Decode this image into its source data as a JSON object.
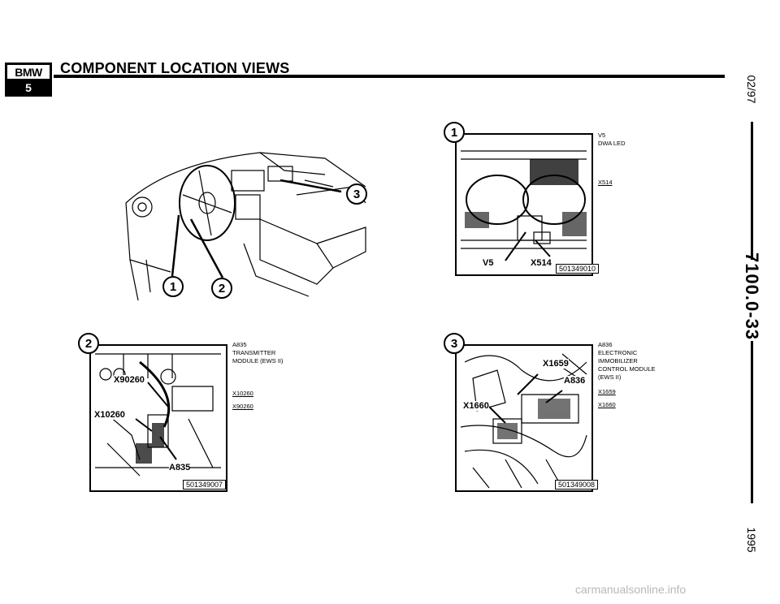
{
  "header": {
    "logo_top": "BMW",
    "logo_bottom": "5",
    "title": "COMPONENT LOCATION VIEWS"
  },
  "side": {
    "date": "02/97",
    "page_number": "7100.0-33",
    "year": "1995"
  },
  "overview": {
    "labels": [
      "1",
      "2",
      "3"
    ]
  },
  "view1": {
    "number": "1",
    "part_number": "501349010",
    "callouts": [
      "V5",
      "X514"
    ],
    "legend": [
      {
        "code": "V5",
        "desc": "DWA LED"
      },
      {
        "code": "X514",
        "desc": ""
      }
    ]
  },
  "view2": {
    "number": "2",
    "part_number": "501349007",
    "callouts": [
      "X90260",
      "X10260",
      "A835"
    ],
    "legend": [
      {
        "code": "A835",
        "desc": "TRANSMITTER MODULE (EWS II)"
      },
      {
        "code": "X10260",
        "desc": ""
      },
      {
        "code": "X90260",
        "desc": ""
      }
    ]
  },
  "view3": {
    "number": "3",
    "part_number": "501349008",
    "callouts": [
      "X1659",
      "A836",
      "X1660"
    ],
    "legend": [
      {
        "code": "A836",
        "desc": "ELECTRONIC IMMOBILIZER CONTROL MODULE (EWS II)"
      },
      {
        "code": "X1659",
        "desc": ""
      },
      {
        "code": "X1660",
        "desc": ""
      }
    ]
  },
  "footer": {
    "watermark": "carmanualsonline.info"
  }
}
